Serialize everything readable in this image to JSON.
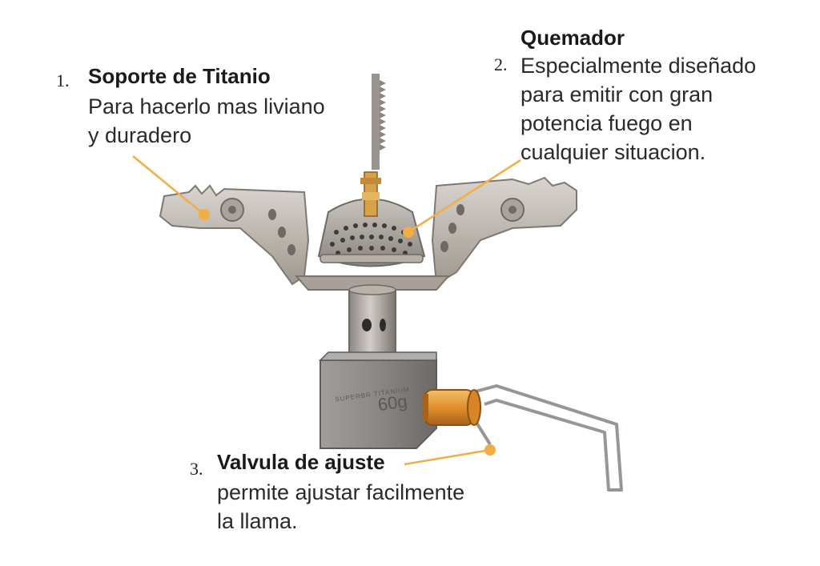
{
  "callouts": [
    {
      "number": "1.",
      "title": "Soporte de Titanio",
      "lines": [
        "Para hacerlo mas liviano",
        "y duradero"
      ]
    },
    {
      "number": "2.",
      "title": "Quemador",
      "lines": [
        "Especialmente diseñado",
        "para emitir con gran",
        "potencia fuego en",
        "cualquier situacion."
      ]
    },
    {
      "number": "3.",
      "title": "Valvula de ajuste",
      "lines": [
        "permite ajustar facilmente",
        "la llama."
      ]
    }
  ],
  "product_engraving": [
    "SUPERBR TITANIUM",
    "60g"
  ],
  "colors": {
    "leader_line": "#f2ad45",
    "titanium": "#b9b3ac",
    "titanium_dark": "#8d8780",
    "brass": "#d8a24a",
    "valve_knob": "#e39a36",
    "body_block": "#8e8c8a"
  }
}
